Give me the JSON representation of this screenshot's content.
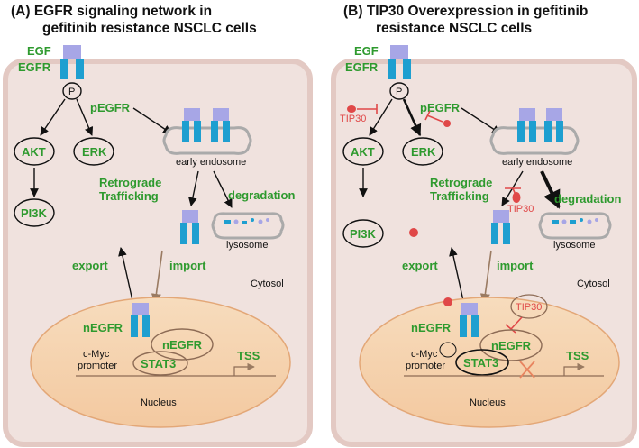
{
  "panel_a": {
    "title_line1": "(A)    EGFR signaling network in",
    "title_line2": "gefitinib resistance NSCLC cells",
    "egf": "EGF",
    "egfr": "EGFR",
    "p": "P",
    "pegfr": "pEGFR",
    "akt": "AKT",
    "erk": "ERK",
    "pi3k": "PI3K",
    "early_endosome": "early endosome",
    "retrograde": "Retrograde",
    "trafficking": "Trafficking",
    "degradation": "degradation",
    "lysosome": "lysosome",
    "export": "export",
    "import": "import",
    "cytosol": "Cytosol",
    "negfr": "nEGFR",
    "negfr_inner": "nEGFR",
    "cmyc": "c-Myc",
    "promoter": "promoter",
    "stat3": "STAT3",
    "tss": "TSS",
    "nucleus": "Nucleus"
  },
  "panel_b": {
    "title_line1": "(B)    TIP30 Overexpression in gefitinib",
    "title_line2": "resistance NSCLC cells",
    "egf": "EGF",
    "egfr": "EGFR",
    "p": "P",
    "tip30_left": "TIP30",
    "pegfr": "pEGFR",
    "akt": "AKT",
    "erk": "ERK",
    "pi3k": "PI3K",
    "early_endosome": "early endosome",
    "retrograde": "Retrograde",
    "trafficking": "Trafficking",
    "tip30_mid": "TIP30",
    "degradation": "degradation",
    "lysosome": "lysosome",
    "export": "export",
    "import": "import",
    "cytosol": "Cytosol",
    "negfr": "nEGFR",
    "tip30_nucleus": "TIP30",
    "negfr_inner": "nEGFR",
    "cmyc": "c-Myc",
    "promoter": "promoter",
    "stat3": "STAT3",
    "tss": "TSS",
    "nucleus": "Nucleus"
  },
  "colors": {
    "cell": "#f0e2de",
    "cell_border": "#e6cfca",
    "nucleus": "#f5d0ac",
    "receptor_blue": "#1e9fd0",
    "ligand_purple": "#a7a6e6",
    "label_green": "#2e9a2e",
    "tip30_red": "#e04848",
    "arrow_brown": "#9a7b62"
  }
}
